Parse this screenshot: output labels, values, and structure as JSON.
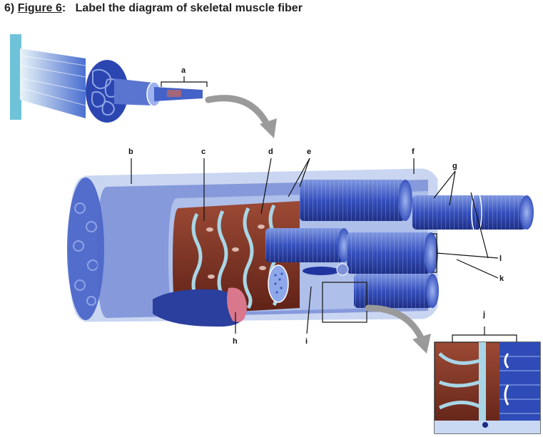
{
  "title": {
    "number": "6)",
    "figure": "Figure 6",
    "colon": ":",
    "text": "Label the diagram of skeletal muscle fiber"
  },
  "labels": [
    "a",
    "b",
    "c",
    "d",
    "e",
    "f",
    "g",
    "h",
    "i",
    "j",
    "k",
    "l"
  ],
  "colors": {
    "fiber_blue": "#3d5bc4",
    "fiber_light": "#9fb4e6",
    "sarcoplasm_brown": "#7a2e1f",
    "tubule_cyan": "#a8d6e6",
    "arrow_gray": "#9a9a9a",
    "tendon": "#6fc3d9",
    "nucleus_pink": "#d9788c"
  }
}
